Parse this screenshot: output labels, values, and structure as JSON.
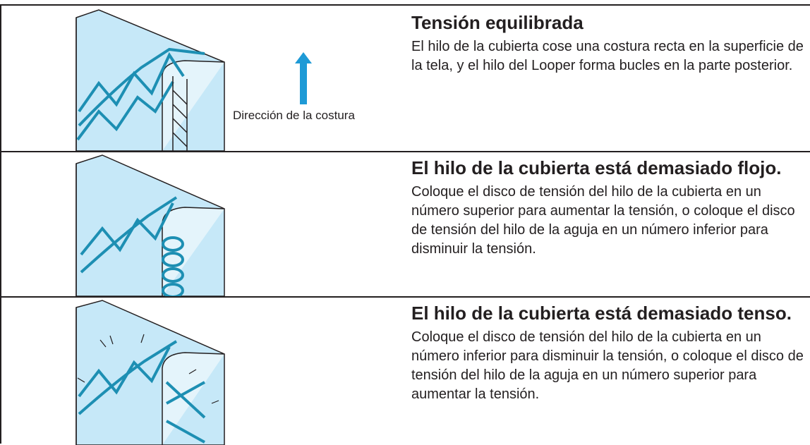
{
  "rows": [
    {
      "heading": "Tensión equilibrada",
      "body": "El hilo de la cubierta cose una costura recta en la superficie de la tela, y el hilo del Looper forma bucles en la parte posterior.",
      "caption": "Dirección de la costura"
    },
    {
      "heading": "El hilo de la cubierta está demasiado flojo.",
      "body": "Coloque el disco de tensión del hilo de la cubierta en un número superior para aumentar la tensión, o coloque el disco de tensión del hilo de la aguja en un número inferior para disminuir la tensión."
    },
    {
      "heading": "El hilo de la cubierta está demasiado tenso.",
      "body": "Coloque el disco de tensión del hilo de la cubierta en un número inferior para disminuir la tensión, o coloque el disco de tensión del hilo de la aguja en un número superior para aumentar la tensión."
    }
  ],
  "colors": {
    "fabric_fill": "#c6e8f8",
    "fabric_back": "#e4f4fb",
    "thread": "#1d8fb3",
    "arrow": "#1e9ad6",
    "line": "#231f20"
  }
}
